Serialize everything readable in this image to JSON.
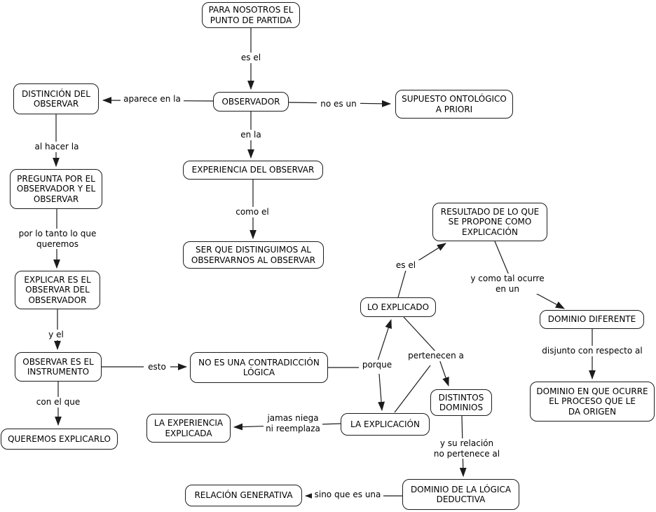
{
  "diagram": {
    "kind": "concept-map",
    "background_color": "#ffffff",
    "line_color": "#1c1c1c",
    "box_border_color": "#1c1c1c",
    "text_color": "#000000"
  },
  "concepts": {
    "punto_partida": {
      "label": "PARA NOSOTROS EL\nPUNTO DE PARTIDA"
    },
    "observador": {
      "label": "OBSERVADOR"
    },
    "distincion_del_observar": {
      "label": "DISTINCIÓN DEL\nOBSERVAR"
    },
    "supuesto_ontologico": {
      "label": "SUPUESTO ONTOLÓGICO\nA PRIORI"
    },
    "experiencia_del_observar": {
      "label": "EXPERIENCIA DEL OBSERVAR"
    },
    "ser_que_distinguimos": {
      "label": "SER QUE DISTINGUIMOS AL\nOBSERVARNOS AL OBSERVAR"
    },
    "pregunta_por_el_observador": {
      "label": "PREGUNTA POR EL\nOBSERVADOR Y EL\nOBSERVAR"
    },
    "explicar_es_el_observar": {
      "label": "EXPLICAR ES EL\nOBSERVAR DEL\nOBSERVADOR"
    },
    "observar_es_el_instrumento": {
      "label": "OBSERVAR ES EL\nINSTRUMENTO"
    },
    "queremos_explicarlo": {
      "label": "QUEREMOS EXPLICARLO"
    },
    "no_es_una_contradiccion": {
      "label": "NO ES UNA CONTRADICCIÓN\nLÓGICA"
    },
    "resultado_propuesto": {
      "label": "RESULTADO DE LO QUE\nSE PROPONE COMO\nEXPLICACIÓN"
    },
    "lo_explicado": {
      "label": "LO EXPLICADO"
    },
    "dominio_diferente": {
      "label": "DOMINIO DIFERENTE"
    },
    "dominio_en_que_ocurre": {
      "label": "DOMINIO EN QUE OCURRE\nEL PROCESO QUE LE\nDA ORIGEN"
    },
    "distintos_dominios": {
      "label": "DISTINTOS\nDOMINIOS"
    },
    "la_explicacion": {
      "label": "LA EXPLICACIÓN"
    },
    "la_experiencia_explicada": {
      "label": "LA EXPERIENCIA\nEXPLICADA"
    },
    "dominio_logica_deductiva": {
      "label": "DOMINIO DE LA LÓGICA\nDEDUCTIVA"
    },
    "relacion_generativa": {
      "label": "RELACIÓN GENERATIVA"
    }
  },
  "link_labels": {
    "es_el_1": "es el",
    "aparece_en_la": "aparece en la",
    "no_es_un": "no es un",
    "en_la": "en la",
    "al_hacer_la": "al hacer la",
    "como_el": "como el",
    "por_lo_tanto": "por lo tanto lo que\nqueremos",
    "y_el": "y el",
    "esto": "esto",
    "con_el_que": "con el que",
    "porque": "porque",
    "es_el_2": "es el",
    "y_como_tal": "y como tal ocurre\nen un",
    "pertenecen_a": "pertenecen a",
    "disjunto": "disjunto con respecto al",
    "jamas_niega": "jamas niega\nni reemplaza",
    "y_su_relacion": "y su relación\nno pertenece al",
    "sino_que_es_una": "sino que es una"
  }
}
